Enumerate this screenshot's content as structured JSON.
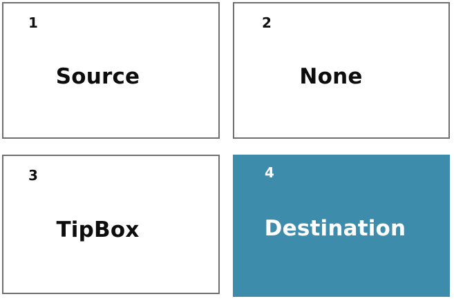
{
  "layout": {
    "rows": 2,
    "columns": 2
  },
  "colors": {
    "page_background": "#ffffff",
    "panel_background": "#ffffff",
    "panel_border": "#6e6e6e",
    "accent_fill": "#3d8cab",
    "text_dark": "#0d0d0d",
    "text_light": "#ffffff"
  },
  "panels": [
    {
      "index": "1",
      "label": "Source",
      "style": "outline"
    },
    {
      "index": "2",
      "label": "None",
      "style": "outline"
    },
    {
      "index": "3",
      "label": "TipBox",
      "style": "outline"
    },
    {
      "index": "4",
      "label": "Destination",
      "style": "accent"
    }
  ]
}
